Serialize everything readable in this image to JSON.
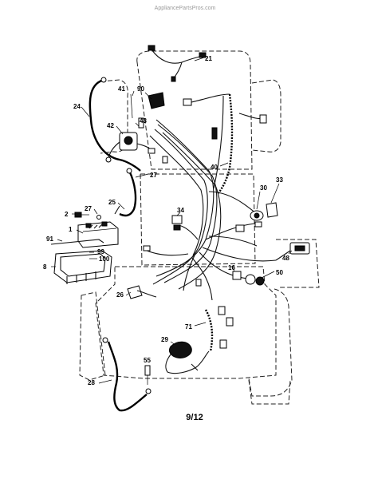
{
  "watermark": "AppliancePartsPros.com",
  "page_number": "9/12",
  "callouts": [
    "21",
    "41",
    "90",
    "24",
    "43",
    "42",
    "27",
    "40",
    "33",
    "25",
    "27",
    "2",
    "34",
    "30",
    "1",
    "91",
    "99",
    "100",
    "8",
    "48",
    "16",
    "50",
    "26",
    "71",
    "29",
    "28",
    "55"
  ]
}
